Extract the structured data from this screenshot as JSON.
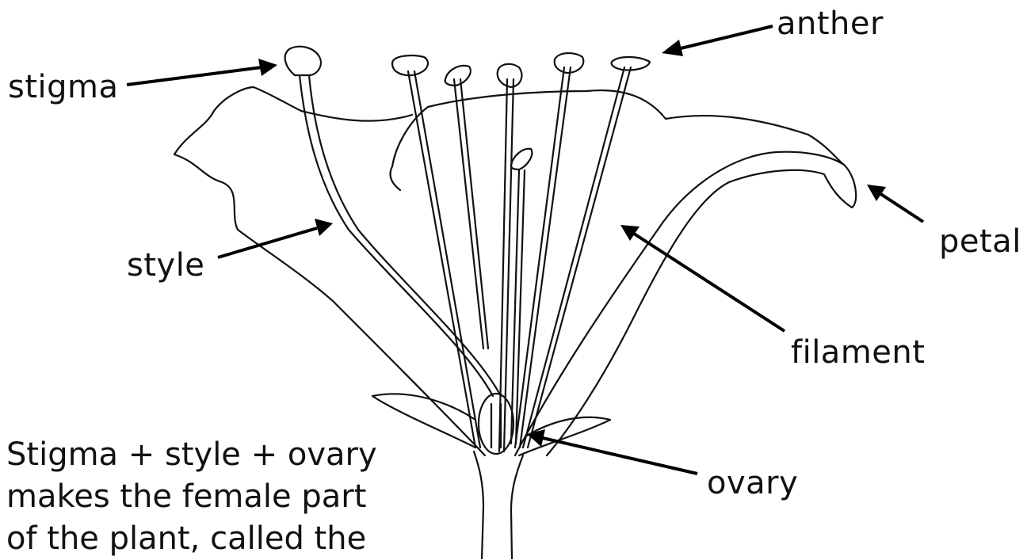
{
  "labels": {
    "stigma": "stigma",
    "anther": "anther",
    "petal": "petal",
    "style": "style",
    "filament": "filament",
    "ovary": "ovary"
  },
  "caption": {
    "line1": "Stigma + style + ovary",
    "line2": "makes the female part",
    "line3": "of the plant, called the"
  }
}
